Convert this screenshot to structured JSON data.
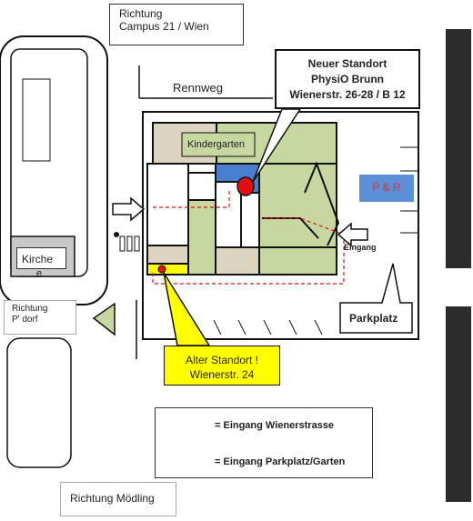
{
  "labels": {
    "richtung_campus_line1": "Richtung",
    "richtung_campus_line2": "Campus 21 / Wien",
    "rennweg": "Rennweg",
    "kindergarten": "Kindergarten",
    "kirche": "Kirche",
    "kirche_e": "e",
    "richtung_pdorf_line1": "Richtung",
    "richtung_pdorf_line2": "P' dorf",
    "richtung_moedling": "Richtung Mödling",
    "pr": "P & R",
    "eingang": "Eingang",
    "parkplatz": "Parkplatz"
  },
  "callouts": {
    "new_line1": "Neuer Standort",
    "new_line2": "PhysiO Brunn",
    "new_line3": "Wienerstr. 26-28 / B 12",
    "old_line1": "Alter Standort !",
    "old_line2": "Wienerstr. 24"
  },
  "legend": {
    "item1": "= Eingang Wienerstrasse",
    "item2": "= Eingang Parkplatz/Garten"
  },
  "colors": {
    "green": "#c6d7a0",
    "tan": "#dcd3c0",
    "blue": "#4a7fd0",
    "red": "#e01010",
    "yellow": "#ffff00",
    "pr_blue": "#5c8fd6",
    "pr_text": "#e03030",
    "road_dark": "#2b2b2b"
  }
}
